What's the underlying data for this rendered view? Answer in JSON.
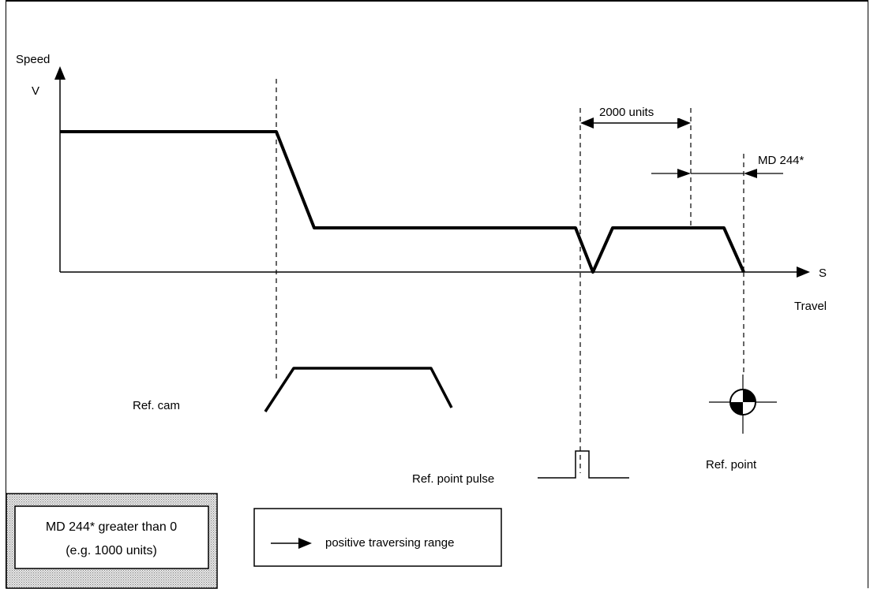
{
  "axes": {
    "y_label": "Speed",
    "y_symbol": "V",
    "x_symbol": "S",
    "x_label": "Travel"
  },
  "dimensions": {
    "distance_label": "2000 units",
    "md_label": "MD 244*"
  },
  "signals": {
    "ref_cam": "Ref. cam",
    "ref_point_pulse": "Ref. point pulse",
    "ref_point": "Ref. point"
  },
  "notes": {
    "condition_line1": "MD 244* greater than 0",
    "condition_line2": "(e.g. 1000 units)",
    "legend_arrow_text": "positive traversing range"
  },
  "colors": {
    "line": "#000000",
    "hatch_background": "#d9d9d9"
  },
  "icons": {
    "ref_point_symbol": "reference-point-crosshair-icon",
    "legend_arrow": "arrow-right-icon"
  }
}
